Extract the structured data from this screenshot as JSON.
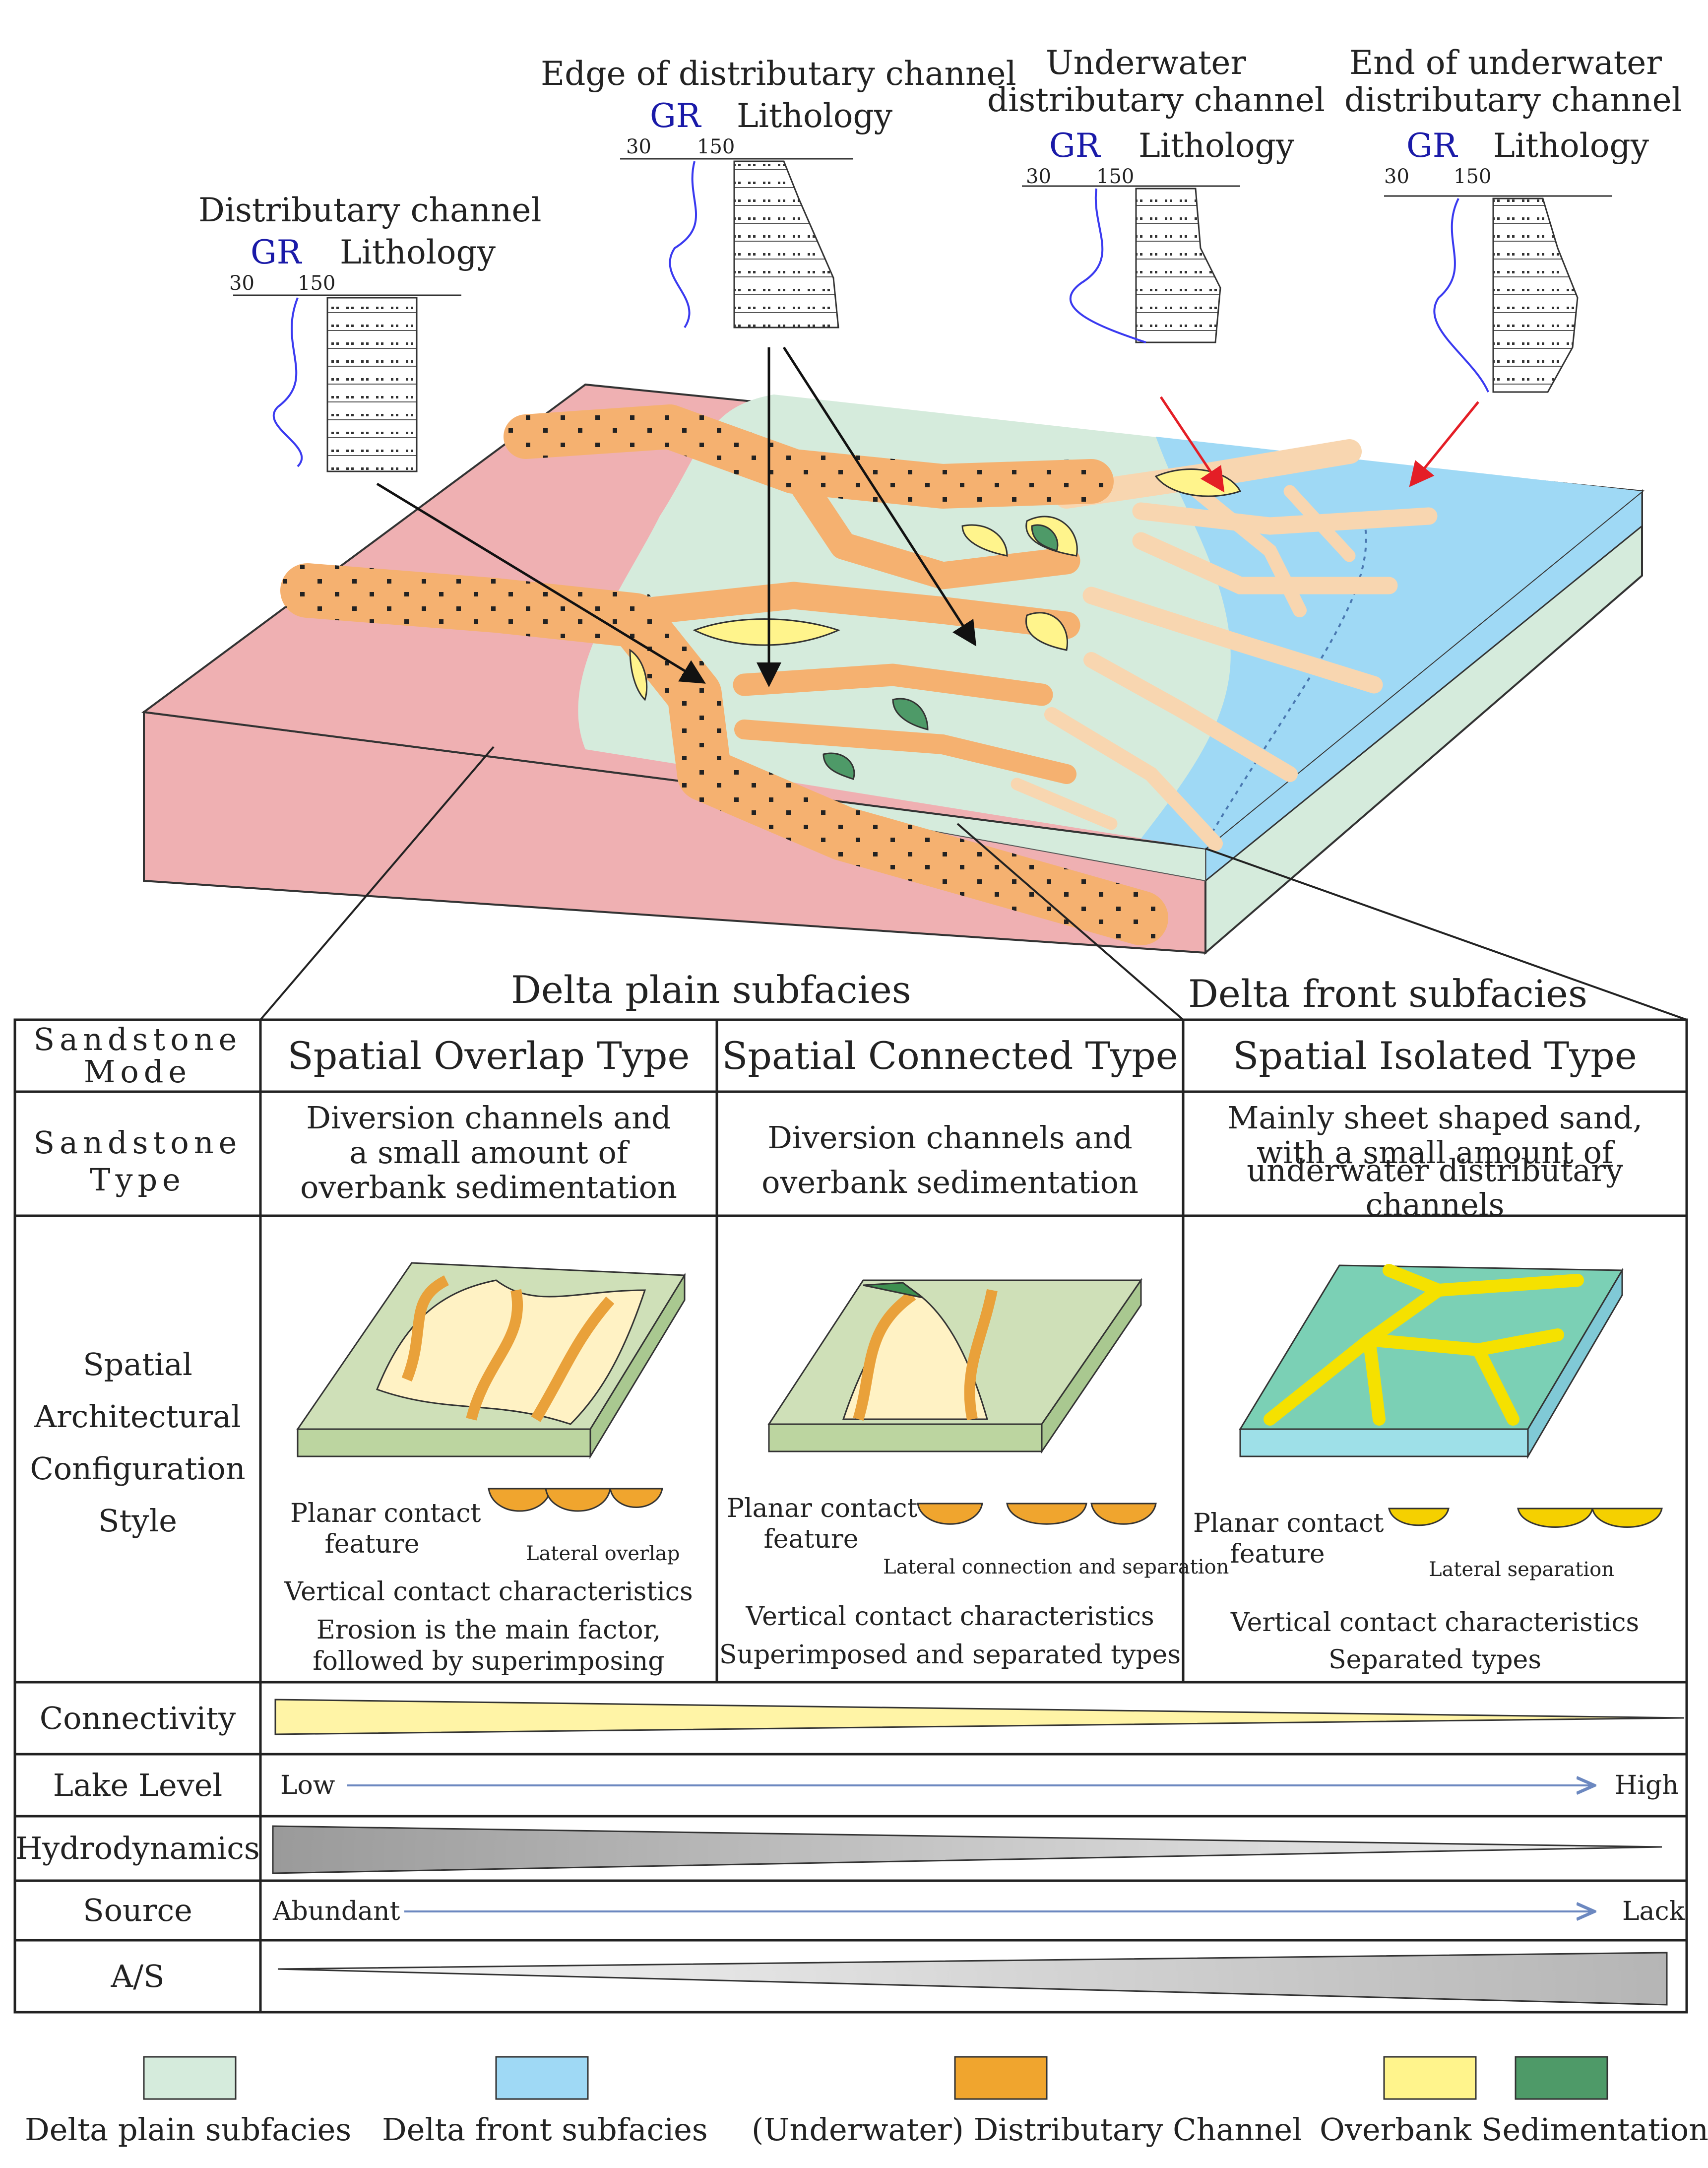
{
  "logs": [
    {
      "title": "Distributary channel",
      "gr": "GR",
      "lith": "Lithology",
      "min": "30",
      "max": "150"
    },
    {
      "title": "Edge of distributary channel",
      "gr": "GR",
      "lith": "Lithology",
      "min": "30",
      "max": "150"
    },
    {
      "title1": "Underwater",
      "title2": "distributary channel",
      "gr": "GR",
      "lith": "Lithology",
      "min": "30",
      "max": "150"
    },
    {
      "title1": "End of underwater",
      "title2": "distributary channel",
      "gr": "GR",
      "lith": "Lithology",
      "min": "30",
      "max": "150"
    }
  ],
  "zones": {
    "plain": "Delta plain subfacies",
    "front": "Delta front subfacies"
  },
  "table": {
    "row_headers": {
      "mode": "Sandstone Mode",
      "mode1": "Sandstone",
      "mode2": "Mode",
      "type1": "Sandstone",
      "type2": "Type",
      "style1": "Spatial",
      "style2": "Architectural",
      "style3": "Configuration",
      "style4": "Style",
      "connectivity": "Connectivity",
      "lake": "Lake Level",
      "hydro": "Hydrodynamics",
      "source": "Source",
      "as": "A/S"
    },
    "columns": [
      {
        "mode": "Spatial Overlap Type",
        "type": [
          "Diversion channels and",
          "a small amount of",
          "overbank sedimentation"
        ],
        "planar": [
          "Planar contact",
          "feature"
        ],
        "lateral": "Lateral overlap",
        "vertical": "Vertical contact characteristics",
        "vdesc": [
          "Erosion is the main factor,",
          "followed by superimposing"
        ]
      },
      {
        "mode": "Spatial Connected Type",
        "type": [
          "Diversion channels and",
          "overbank sedimentation"
        ],
        "planar": [
          "Planar contact",
          "feature"
        ],
        "lateral": "Lateral connection and separation",
        "vertical": "Vertical contact characteristics",
        "vdesc": [
          "Superimposed and separated types"
        ]
      },
      {
        "mode": "Spatial Isolated Type",
        "type": [
          "Mainly sheet shaped sand,",
          "with a small amount of",
          "underwater distributary channels"
        ],
        "planar": [
          "Planar contact",
          "feature"
        ],
        "lateral": "Lateral separation",
        "vertical": "Vertical contact characteristics",
        "vdesc": [
          "Separated types"
        ]
      }
    ],
    "lake": {
      "low": "Low",
      "high": "High"
    },
    "source": {
      "start": "Abundant",
      "end": "Lack"
    }
  },
  "legend": [
    {
      "label": "Delta plain subfacies",
      "color": "#d5ebdc"
    },
    {
      "label": "Delta front subfacies",
      "color": "#9fd9f5"
    },
    {
      "label": "(Underwater) Distributary Channel",
      "color": "#f0a52e"
    },
    {
      "label": "Overbank Sedimentation",
      "color": "#fff48c",
      "color2": "#4e9a68"
    }
  ],
  "colors": {
    "source_area": "#efb0b2",
    "plain": "#d5ebdc",
    "front": "#9fd9f5",
    "channel": "#f5b170",
    "channel_light": "#f8d6b0",
    "overbank": "#fff48c",
    "overbank_dark": "#4e9a68",
    "gr_line": "#3a3af0",
    "connectivity": "#fff4a6",
    "hydro": "#9a9a9a"
  }
}
